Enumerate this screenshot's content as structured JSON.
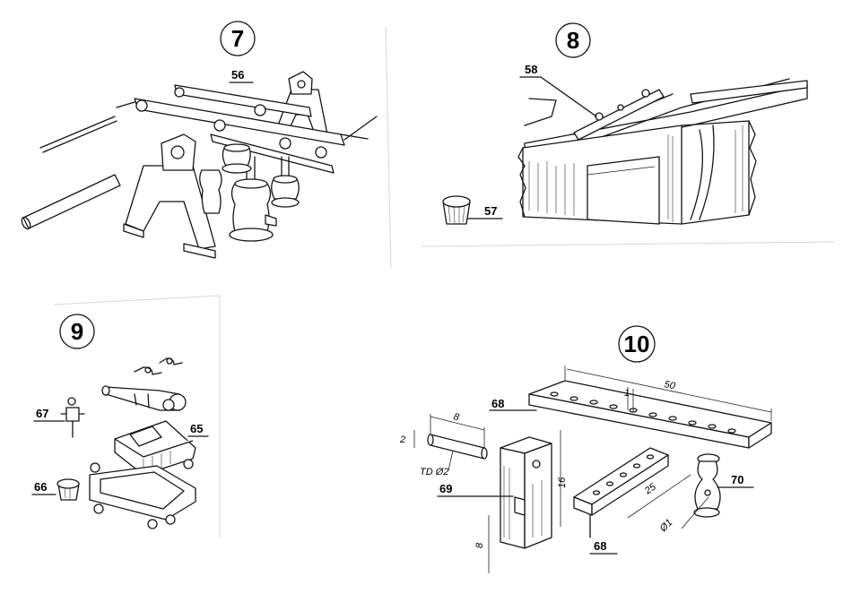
{
  "steps": [
    {
      "number": "7"
    },
    {
      "number": "8"
    },
    {
      "number": "9"
    },
    {
      "number": "10"
    }
  ],
  "parts": {
    "p56": "56",
    "p57": "57",
    "p58": "58",
    "p65": "65",
    "p66": "66",
    "p67": "67",
    "p68a": "68",
    "p68b": "68",
    "p69": "69",
    "p70": "70"
  },
  "dimensions": {
    "len50": "50",
    "len25": "25",
    "len8_top": "8",
    "h16": "16",
    "h8": "8",
    "d2": "2",
    "td2": "TD Ø2",
    "d1": "Ø1"
  }
}
